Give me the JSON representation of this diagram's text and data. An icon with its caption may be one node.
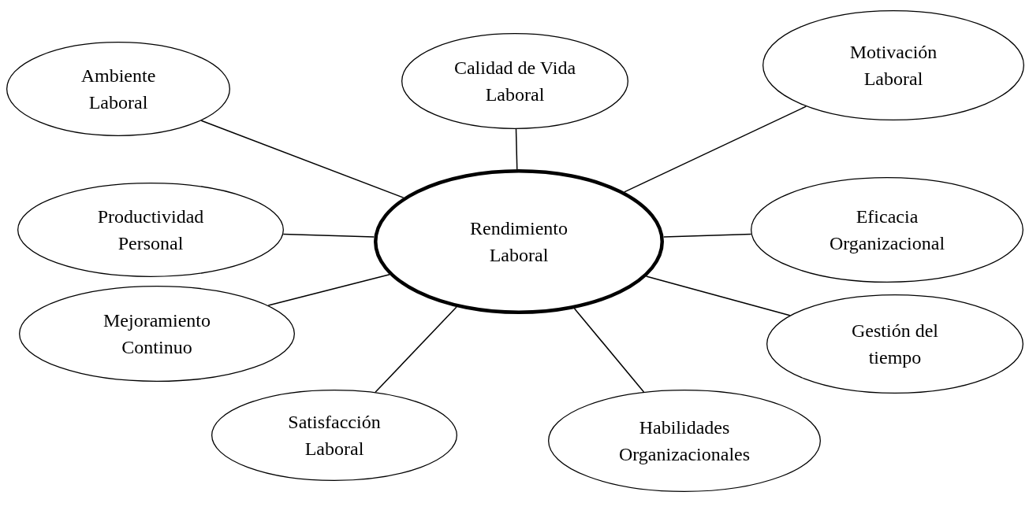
{
  "diagram": {
    "nodes": [
      {
        "text": [
          "Ambiente Laboral"
        ]
      },
      {
        "text": [
          "Calidad de Vida Laboral"
        ]
      },
      {
        "text": [
          "Motivación Laboral"
        ]
      },
      {
        "text": [
          "Productividad Personal"
        ]
      },
      {
        "text": [
          "Rendimiento Laboral"
        ]
      },
      {
        "text": [
          "Eficacia Organizacional"
        ]
      },
      {
        "text": [
          "Mejoramiento Continuo"
        ]
      },
      {
        "text": [
          "Gestión del tiempo"
        ]
      },
      {
        "text": [
          "Satisfacción Laboral"
        ]
      },
      {
        "text": [
          "Habilidades Organizacionales"
        ]
      }
    ],
    "edges": [
      {
        "from": 4,
        "to": 0,
        "arrow": "none"
      },
      {
        "from": 4,
        "to": 1,
        "arrow": "none"
      },
      {
        "from": 4,
        "to": 2,
        "arrow": "none"
      },
      {
        "from": 4,
        "to": 3,
        "arrow": "none"
      },
      {
        "from": 4,
        "to": 5,
        "arrow": "none"
      },
      {
        "from": 4,
        "to": 6,
        "arrow": "none"
      },
      {
        "from": 4,
        "to": 7,
        "arrow": "none"
      },
      {
        "from": 4,
        "to": 8,
        "arrow": "none"
      },
      {
        "from": 4,
        "to": 9,
        "arrow": "none"
      }
    ]
  }
}
